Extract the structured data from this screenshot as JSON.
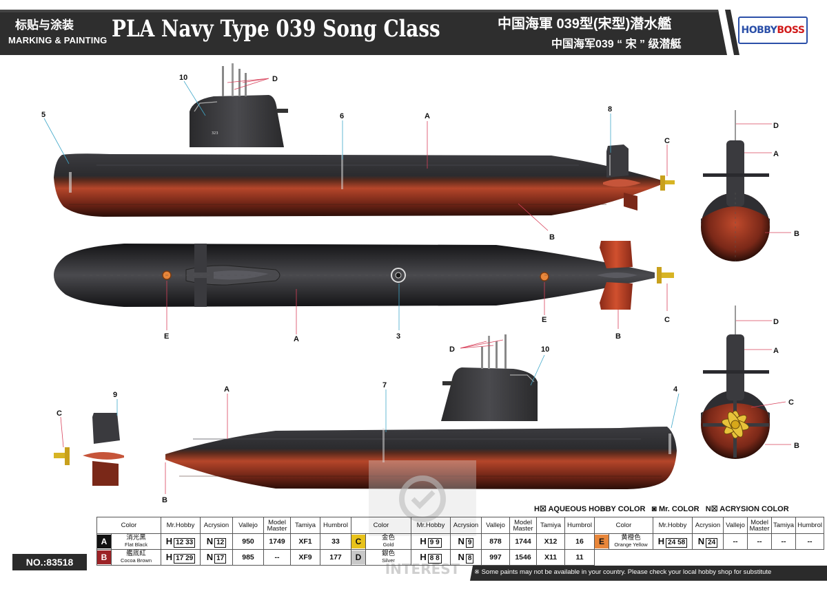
{
  "header": {
    "cn_left": "标贴与涂装",
    "en_left": "MARKING & PAINTING",
    "title": "PLA Navy Type 039 Song Class",
    "cn_title_1": "中国海軍 039型(宋型)潜水艦",
    "cn_title_2": "中国海军039 “ 宋 ” 级潜艇",
    "brand_a": "HOBBY",
    "brand_b": "BOSS"
  },
  "callouts": {
    "side_top": [
      "10",
      "D",
      "5",
      "6",
      "A",
      "8",
      "C",
      "B"
    ],
    "plan": [
      "E",
      "A",
      "3",
      "E",
      "B",
      "C"
    ],
    "side_bottom": [
      "D",
      "10",
      "A",
      "9",
      "7",
      "4",
      "C",
      "B"
    ],
    "front": [
      "D",
      "A",
      "B"
    ],
    "rear": [
      "D",
      "A",
      "C",
      "B"
    ],
    "hull_number": "323"
  },
  "legend": {
    "aqueous": "AQUEOUS HOBBY COLOR",
    "mr_color": "Mr. COLOR",
    "acrysion": "ACRYSION COLOR",
    "h_prefix": "H",
    "n_prefix": "N"
  },
  "table": {
    "headers": {
      "color": "Color",
      "mrhobby": "Mr.Hobby",
      "acrysion": "Acrysion",
      "vallejo": "Vallejo",
      "model_master_1": "Model",
      "model_master_2": "Master",
      "tamiya": "Tamiya",
      "humbrol": "Humbrol"
    },
    "group1": [
      {
        "letter": "A",
        "cn": "消光黑",
        "en": "Flat Black",
        "swatch": "#111111",
        "mh_pre": "H",
        "mh1": "12",
        "mh2": "33",
        "ac": "12",
        "vallejo": "950",
        "mm": "1749",
        "tamiya": "XF1",
        "humbrol": "33"
      },
      {
        "letter": "B",
        "cn": "艦底紅",
        "en": "Cocoa Brown",
        "swatch": "#9c2226",
        "mh_pre": "H",
        "mh1": "17",
        "mh2": "29",
        "ac": "17",
        "vallejo": "985",
        "mm": "--",
        "tamiya": "XF9",
        "humbrol": "177"
      }
    ],
    "group2": [
      {
        "letter": "C",
        "cn": "金色",
        "en": "Gold",
        "swatch": "#e8c21a",
        "mh_pre": "H",
        "mh1": "9",
        "mh2": "9",
        "ac": "9",
        "vallejo": "878",
        "mm": "1744",
        "tamiya": "X12",
        "humbrol": "16"
      },
      {
        "letter": "D",
        "cn": "銀色",
        "en": "Silver",
        "swatch": "#c8c8c8",
        "mh_pre": "H",
        "mh1": "8",
        "mh2": "8",
        "ac": "8",
        "vallejo": "997",
        "mm": "1546",
        "tamiya": "X11",
        "humbrol": "11"
      }
    ],
    "group3": [
      {
        "letter": "E",
        "cn": "黄橙色",
        "en": "Orange Yellow",
        "swatch": "#e8863a",
        "mh_pre": "H",
        "mh1": "24",
        "mh2": "58",
        "ac": "24",
        "vallejo": "--",
        "mm": "--",
        "tamiya": "--",
        "humbrol": "--"
      }
    ]
  },
  "no_label": "NO.:83518",
  "footnote": "※ Some paints may not be available in your country. Please check your local hobby shop for substitute",
  "watermark": "INTEREST"
}
